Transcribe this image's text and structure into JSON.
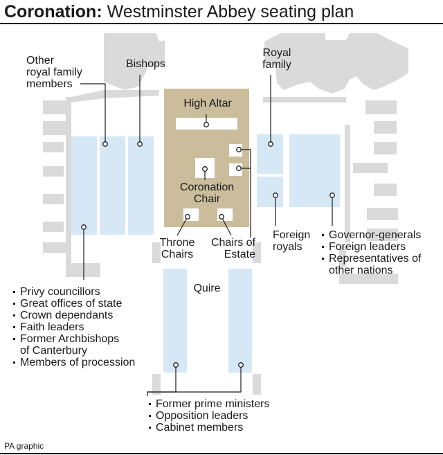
{
  "title": {
    "bold": "Coronation:",
    "rest": " Westminster Abbey seating plan"
  },
  "labels": {
    "high_altar": "High Altar",
    "coronation_chair": [
      "Coronation",
      "Chair"
    ],
    "throne_chairs": [
      "Throne",
      "Chairs"
    ],
    "chairs_of_estate": [
      "Chairs of",
      "Estate"
    ],
    "quire": "Quire",
    "other_royal_family": [
      "Other",
      "royal family",
      "members"
    ],
    "bishops": "Bishops",
    "royal_family": [
      "Royal",
      "family"
    ],
    "foreign_royals": [
      "Foreign",
      "royals"
    ]
  },
  "lists": {
    "governor": [
      "Governor-generals",
      "Foreign leaders",
      "Representatives of",
      "other nations"
    ],
    "privy": [
      "Privy councillors",
      "Great offices of state",
      "Crown dependants",
      "Faith leaders",
      "Former Archbishops",
      "of Canterbury",
      "Members of procession"
    ],
    "ministers": [
      "Former prime ministers",
      "Opposition leaders",
      "Cabinet members"
    ]
  },
  "credit": "PA graphic",
  "colors": {
    "seating": "#d6e8f5",
    "sanctuary": "#cbbd9c",
    "building": "#dadada",
    "ink": "#1a1a1a"
  }
}
